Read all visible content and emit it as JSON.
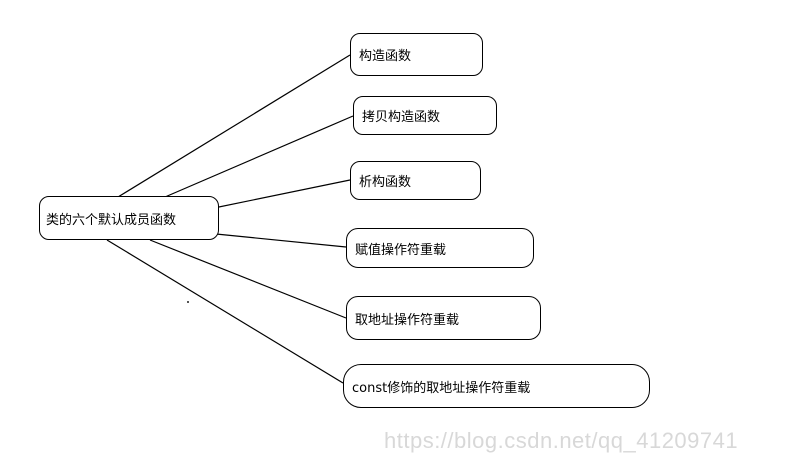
{
  "root": {
    "label": "类的六个默认成员函数"
  },
  "children": [
    {
      "label": "构造函数"
    },
    {
      "label": "拷贝构造函数"
    },
    {
      "label": "析构函数"
    },
    {
      "label": "赋值操作符重载"
    },
    {
      "label": "取地址操作符重载"
    },
    {
      "label": "const修饰的取地址操作符重载"
    }
  ],
  "watermark": "https://blog.csdn.net/qq_41209741",
  "colors": {
    "line": "#000000",
    "watermark": "#d8d8d8",
    "background": "#ffffff"
  }
}
